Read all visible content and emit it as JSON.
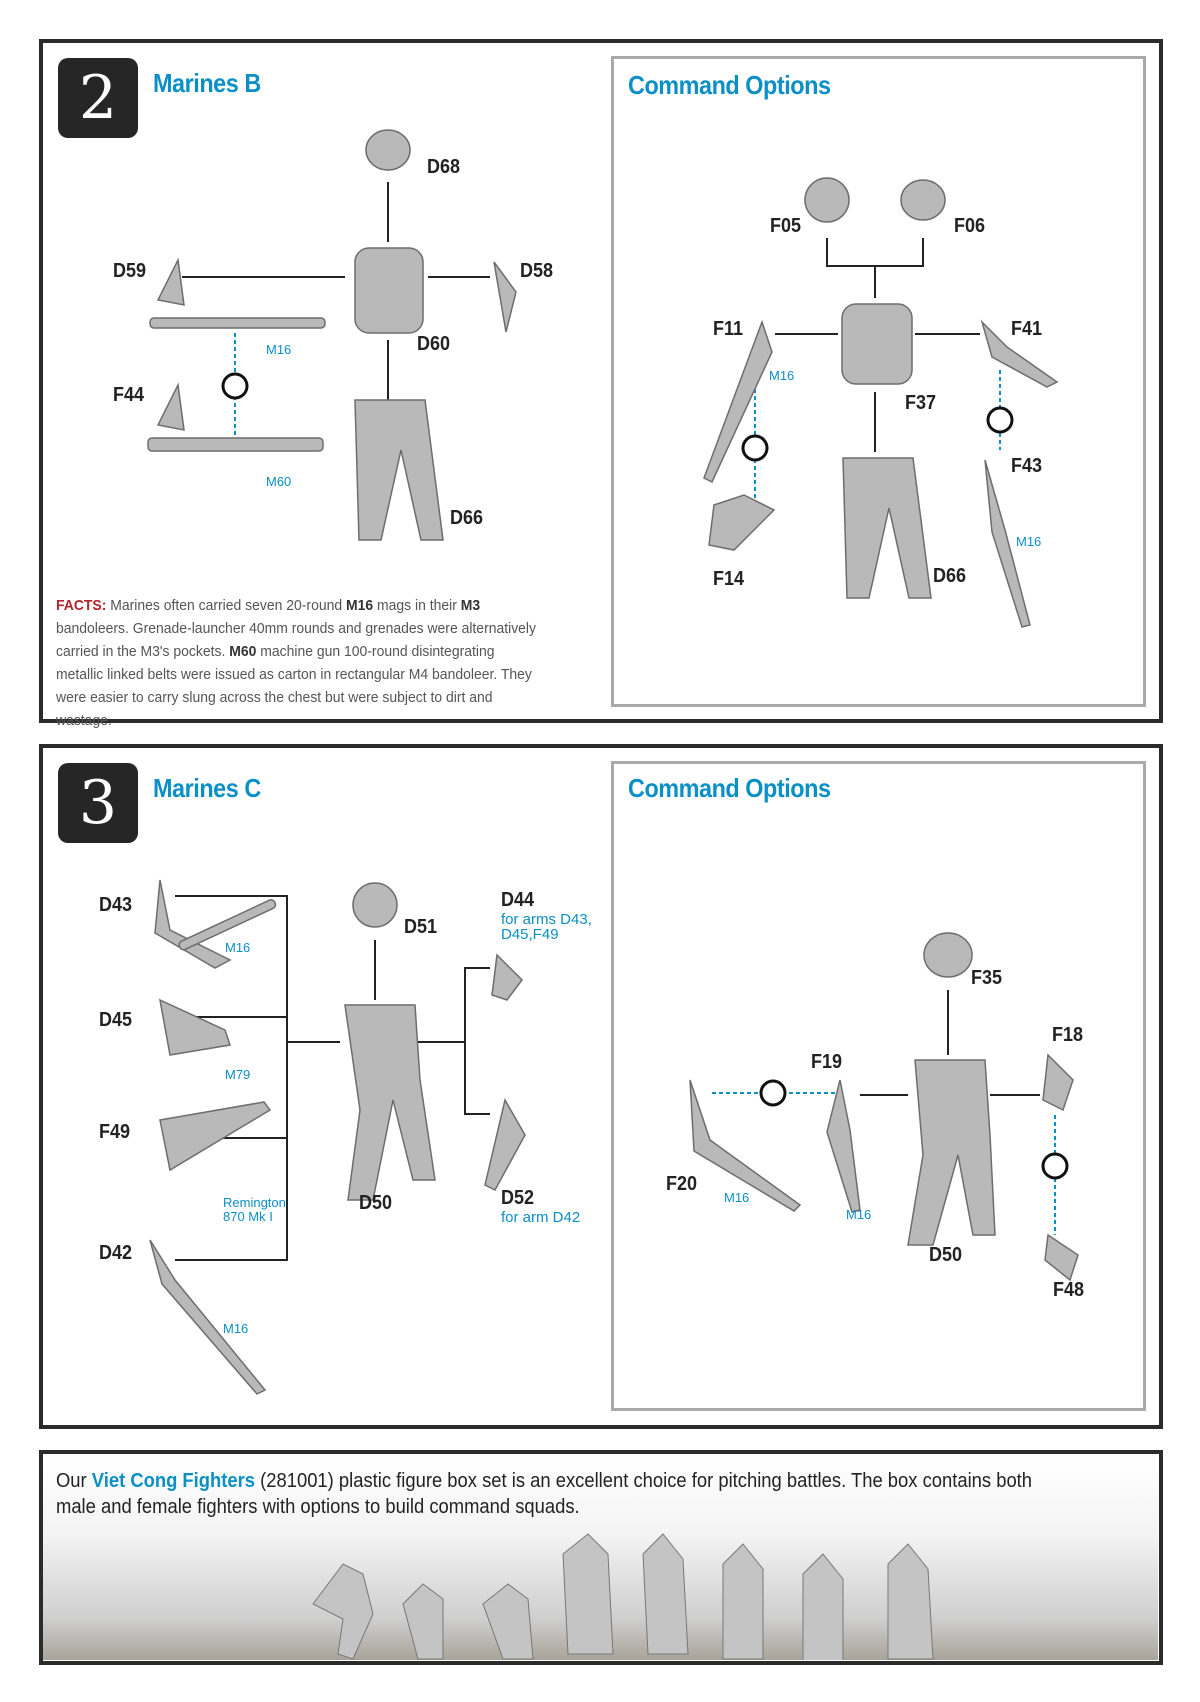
{
  "step2": {
    "number": "2",
    "title": "Marines B",
    "options_title": "Command Options",
    "labels": {
      "d68": "D68",
      "d59": "D59",
      "d58": "D58",
      "d60": "D60",
      "f44": "F44",
      "d66": "D66",
      "f05": "F05",
      "f06": "F06",
      "f11": "F11",
      "f41": "F41",
      "f37": "F37",
      "f43": "F43",
      "f14": "F14",
      "d66b": "D66"
    },
    "weapons": {
      "m16a": "M16",
      "m60": "M60",
      "m16b": "M16",
      "m16c": "M16"
    },
    "facts": {
      "heading": "FACTS:",
      "t1": " Marines often carried seven 20-round ",
      "b1": "M16",
      "t2": " mags in their ",
      "b2": "M3",
      "t3": " bandoleers. Grenade-launcher 40mm rounds and grenades were alternatively carried in the M3's pockets.  ",
      "b3": "M60",
      "t4": " machine gun 100-round disintegrating metallic linked belts were issued as carton in rectangular M4 bandoleer.  They were easier to carry slung across the chest but were subject to dirt and wastage."
    }
  },
  "step3": {
    "number": "3",
    "title": "Marines C",
    "options_title": "Command Options",
    "labels": {
      "d43": "D43",
      "d51": "D51",
      "d44": "D44",
      "d45": "D45",
      "f49": "F49",
      "d50": "D50",
      "d52": "D52",
      "d42": "D42",
      "f35": "F35",
      "f18": "F18",
      "f19": "F19",
      "f20": "F20",
      "d50b": "D50",
      "f48": "F48"
    },
    "weapons": {
      "m16a": "M16",
      "m79": "M79",
      "remington1": "Remington",
      "remington2": "870 Mk I",
      "m16b": "M16",
      "m16c": "M16",
      "m16d": "M16"
    },
    "notes": {
      "d44_1": "for arms D43,",
      "d44_2": "D45,F49",
      "d52": "for arm D42"
    }
  },
  "promo": {
    "t1": "Our ",
    "highlight": "Viet Cong Fighters",
    "t2": " (281001) plastic figure box set is an excellent choice for pitching battles.  The box contains both male and female fighters with options to build command squads."
  }
}
